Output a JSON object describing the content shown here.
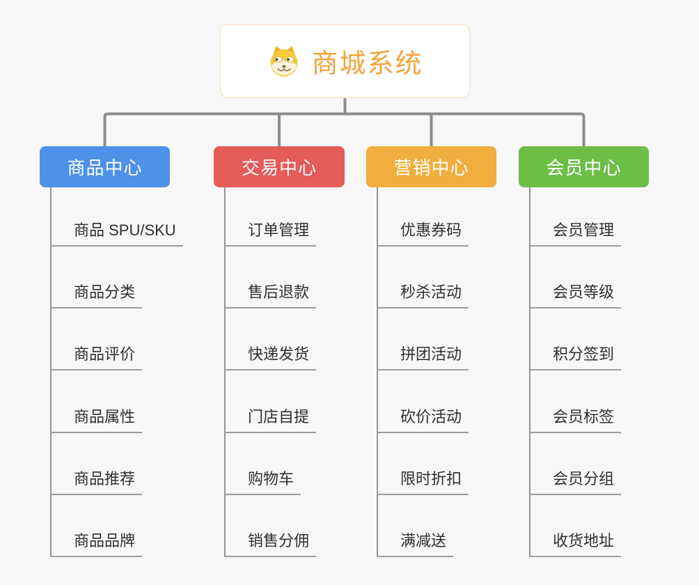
{
  "background": "#F7F7F7",
  "connector_color": "#8C8C8C",
  "root": {
    "title": "商城系统",
    "icon": "shiba-dog-icon",
    "title_color": "#F2A53C",
    "border_color": "#EFC07A"
  },
  "branches": [
    {
      "label": "商品中心",
      "color": "#4D91E8",
      "children": [
        "商品 SPU/SKU",
        "商品分类",
        "商品评价",
        "商品属性",
        "商品推荐",
        "商品品牌"
      ]
    },
    {
      "label": "交易中心",
      "color": "#E45B57",
      "children": [
        "订单管理",
        "售后退款",
        "快递发货",
        "门店自提",
        "购物车",
        "销售分佣"
      ]
    },
    {
      "label": "营销中心",
      "color": "#EFAE3D",
      "children": [
        "优惠券码",
        "秒杀活动",
        "拼团活动",
        "砍价活动",
        "限时折扣",
        "满减送"
      ]
    },
    {
      "label": "会员中心",
      "color": "#6CBE47",
      "children": [
        "会员管理",
        "会员等级",
        "积分签到",
        "会员标签",
        "会员分组",
        "收货地址"
      ]
    }
  ]
}
